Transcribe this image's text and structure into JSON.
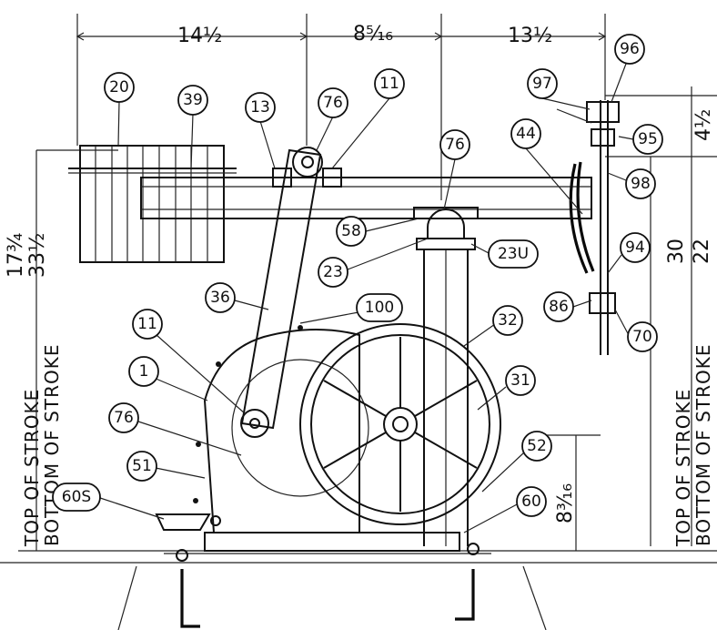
{
  "dimensions": {
    "top_left": "14½",
    "top_mid": "8⁵⁄₁₆",
    "top_right": "13½",
    "right_small": "4½",
    "right_a": "30",
    "right_b": "22",
    "left_a": "17¾",
    "left_b": "33½",
    "lower_right": "8³⁄₁₆"
  },
  "labels": {
    "left_top_of_stroke": "TOP OF STROKE",
    "left_bottom_of_stroke": "BOTTOM OF STROKE",
    "right_top_of_stroke": "TOP OF STROKE",
    "right_bottom_of_stroke": "BOTTOM OF STROKE"
  },
  "callouts": {
    "c20": "20",
    "c39": "39",
    "c13": "13",
    "c76a": "76",
    "c11a": "11",
    "c76b": "76",
    "c44": "44",
    "c97": "97",
    "c96": "96",
    "c95": "95",
    "c98": "98",
    "c58": "58",
    "c23u": "23U",
    "c23": "23",
    "c94": "94",
    "c36": "36",
    "c100": "100",
    "c86": "86",
    "c70": "70",
    "c11b": "11",
    "c32": "32",
    "c1": "1",
    "c31": "31",
    "c76c": "76",
    "c52": "52",
    "c51": "51",
    "c60s": "60S",
    "c60": "60"
  }
}
